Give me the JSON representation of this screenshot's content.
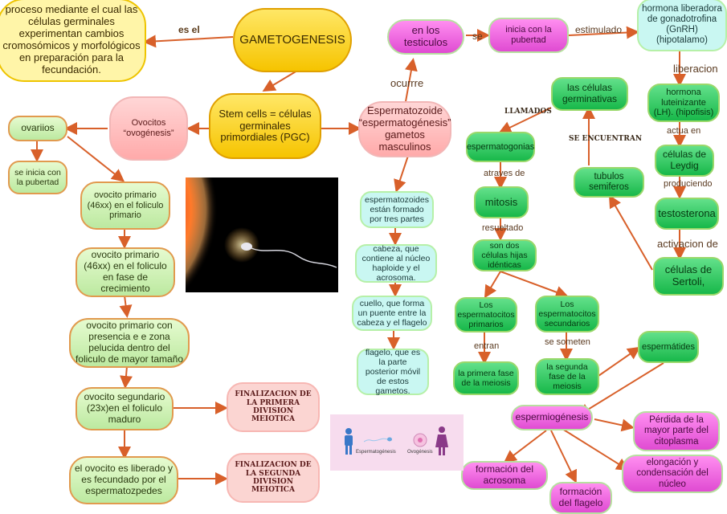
{
  "nodes": {
    "definition": "proceso mediante el cual las células germinales experimentan cambios cromosómicos y morfológicos en preparación para la fecundación.",
    "gametogenesis": "GAMETOGENESIS",
    "stem_cells": "Stem cells = células germinales primordiales (PGC)",
    "ovocitos": "Ovocitos “ovogénesis”",
    "espermatozoide": "Espermatozoide “espermatogénesis” gametos masculinos",
    "testiculos": "en los testiculos",
    "pubertad_m": "inicia con la pubertad",
    "gnrh": "hormona liberadora de gonadotrofina (GnRH) (hipotalamo)",
    "lh": "hormona luteinizante (LH). (hipofisis)",
    "leydig": "células de Leydig",
    "testosterona": "testosterona",
    "sertoli": "células de Sertoli,",
    "germinativas": "las células germinativas",
    "tubulos": "tubulos semiferos",
    "espermatogonias": "espermatogonias",
    "mitosis": "mitosis",
    "hijas": "son dos células hijas idénticas",
    "primarios": "Los espermatocitos primarios",
    "secundarios": "Los espermatocitos secundarios",
    "primera_meiosis": "la primera fase de la meiosis",
    "segunda_meiosis": "la segunda fase de la meiosis",
    "espermatides": "espermátides",
    "espermiogenesis": "espermiogénesis",
    "perdida": "Pérdida de la mayor parte del citoplasma",
    "elongacion": "elongación y condensación del núcleo",
    "acrosoma": "formación del acrosoma",
    "flagelo": "formación del flagelo",
    "tres_partes": "espermatozoides están formado por tres partes",
    "cabeza": "cabeza, que contiene al núcleo haploide y el acrosoma.",
    "cuello": "cuello, que forma un puente entre la cabeza y el flagelo",
    "flagelo_desc": "flagelo, que es la parte posterior móvil de estos gametos.",
    "ovarios": "ovariios",
    "pubertad_f": "se inicia con la pubertad",
    "ovocito1": "ovocito primario (46xx) en el foliculo primario",
    "ovocito2": "ovocito primario (46xx) en el foliculo en fase de crecimiento",
    "ovocito3": "ovocito primario con presencia e e zona pelucida dentro del foliculo de mayor tamaño",
    "ovocito_sec": "ovocito segundario (23x)en el foliculo maduro",
    "liberado": "el ovocito es liberado y es fecundado por el espermatozpedes",
    "fin1": "FINALIZACION DE LA PRIMERA DIVISION MEIOTICA",
    "fin2": "FINALIZACION DE LA SEGUNDA DIVISION MEIOTICA"
  },
  "labels": {
    "es_el": "es el",
    "ocurrre": "ocurrre",
    "se": "se",
    "estimulado": "estimulado",
    "liberacion": "liberacion",
    "actua_en": "actua en",
    "produciendo": "produciendo",
    "activacion_de": "activacion de",
    "llamados": "LLAMADOS",
    "se_encuentran": "SE ENCUENTRAN",
    "atraves_de": "atraves de",
    "resueltado": "resueltado",
    "entran": "entran",
    "se_someten": "se someten"
  },
  "legend": {
    "espermatogenesis": "Espermatogénesis",
    "ovogenesis": "Ovogénesis"
  },
  "colors": {
    "edge": "#d8602a",
    "edge_green": "#27a244"
  }
}
